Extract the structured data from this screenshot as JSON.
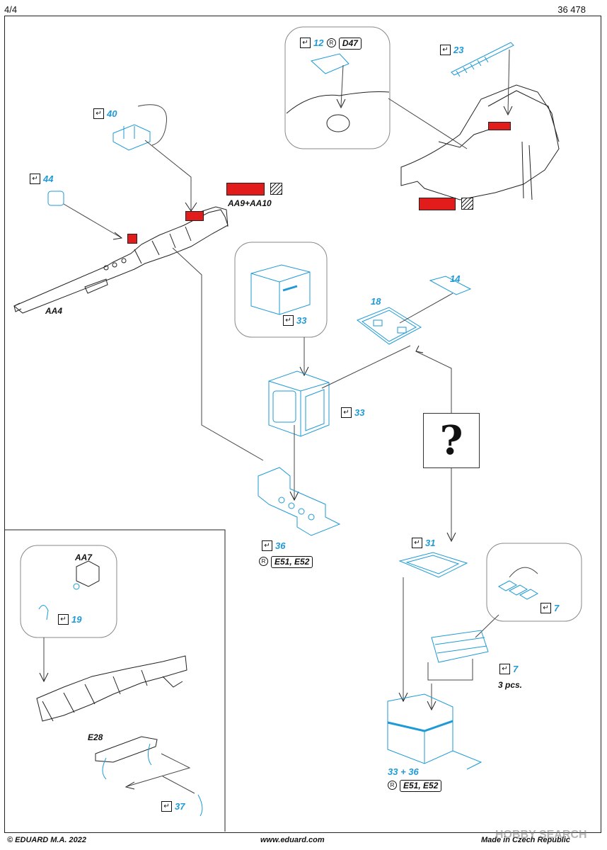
{
  "header": {
    "page": "4/4",
    "set_number": "36 478"
  },
  "footer": {
    "copyright": "© EDUARD  M.A. 2022",
    "website": "www.eduard.com",
    "made_in": "Made in Czech Republic",
    "watermark": "HOBBY SEARCH"
  },
  "labels": {
    "aa4": "AA4",
    "aa7": "AA7",
    "aa9_aa10": "AA9+AA10",
    "e28": "E28",
    "d47": "D47",
    "e51_e52": "E51, E52",
    "pcs": "3 pcs.",
    "question": "?"
  },
  "parts": {
    "p40": "40",
    "p44": "44",
    "p12": "12",
    "p23": "23",
    "p14": "14",
    "p18": "18",
    "p33a": "33",
    "p33b": "33",
    "p36": "36",
    "p31": "31",
    "p7a": "7",
    "p7b": "7",
    "p19": "19",
    "p37": "37",
    "p33_36": "33 + 36"
  },
  "icons": {
    "check": "fold-check-icon",
    "r": "R"
  },
  "colors": {
    "part_blue": "#1e9ad6",
    "paint_red": "#e21b1b",
    "line": "#222222"
  }
}
